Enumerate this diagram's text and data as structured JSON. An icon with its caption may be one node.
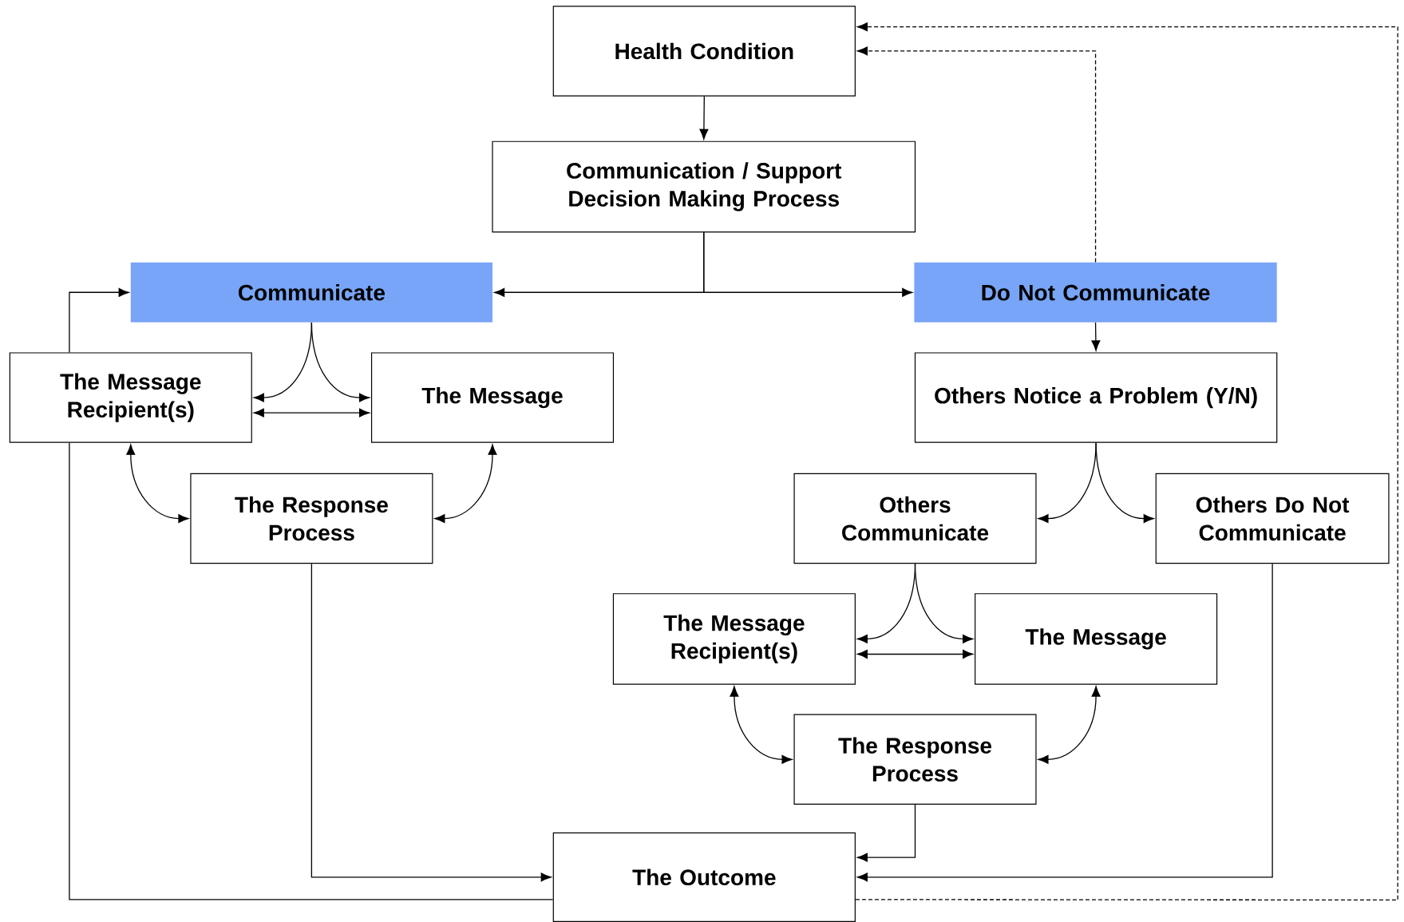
{
  "diagram": {
    "nodes": [
      {
        "text": [
          "Health Condition"
        ]
      },
      {
        "text": [
          "Communication / Support Decision Making Process"
        ]
      },
      {
        "text": [
          "Communicate"
        ]
      },
      {
        "text": [
          "Do Not Communicate"
        ]
      },
      {
        "text": [
          "The Message Recipient(s)"
        ]
      },
      {
        "text": [
          "The Message"
        ]
      },
      {
        "text": [
          "The Response Process"
        ]
      },
      {
        "text": [
          "Others Notice a Problem (Y/N)"
        ]
      },
      {
        "text": [
          "Others Communicate"
        ]
      },
      {
        "text": [
          "Others Do Not Communicate"
        ]
      },
      {
        "text": [
          "The Message Recipient(s)"
        ]
      },
      {
        "text": [
          "The Message"
        ]
      },
      {
        "text": [
          "The Response Process"
        ]
      },
      {
        "text": [
          "The Outcome"
        ]
      }
    ],
    "edges": [
      {
        "from": 0,
        "to": 1,
        "arrow": "to"
      },
      {
        "from": 1,
        "to": 2,
        "arrow": "to"
      },
      {
        "from": 1,
        "to": 3,
        "arrow": "to"
      },
      {
        "from": 2,
        "to": 4,
        "arrow": "to"
      },
      {
        "from": 2,
        "to": 5,
        "arrow": "to"
      },
      {
        "from": 4,
        "to": 5,
        "arrow": "both"
      },
      {
        "from": 4,
        "to": 6,
        "arrow": "both"
      },
      {
        "from": 5,
        "to": 6,
        "arrow": "both"
      },
      {
        "from": 4,
        "to": 2,
        "arrow": "to"
      },
      {
        "from": 4,
        "to": 13,
        "arrow": "none"
      },
      {
        "from": 6,
        "to": 13,
        "arrow": "to"
      },
      {
        "from": 3,
        "to": 7,
        "arrow": "to"
      },
      {
        "from": 3,
        "to": 0,
        "arrow": "to",
        "style": "dashed"
      },
      {
        "from": 7,
        "to": 8,
        "arrow": "to"
      },
      {
        "from": 7,
        "to": 9,
        "arrow": "to"
      },
      {
        "from": 8,
        "to": 10,
        "arrow": "to"
      },
      {
        "from": 8,
        "to": 11,
        "arrow": "to"
      },
      {
        "from": 10,
        "to": 11,
        "arrow": "both"
      },
      {
        "from": 10,
        "to": 12,
        "arrow": "both"
      },
      {
        "from": 11,
        "to": 12,
        "arrow": "both"
      },
      {
        "from": 12,
        "to": 13,
        "arrow": "to"
      },
      {
        "from": 9,
        "to": 13,
        "arrow": "to"
      },
      {
        "from": 13,
        "to": 0,
        "arrow": "to",
        "style": "dashed"
      }
    ]
  }
}
